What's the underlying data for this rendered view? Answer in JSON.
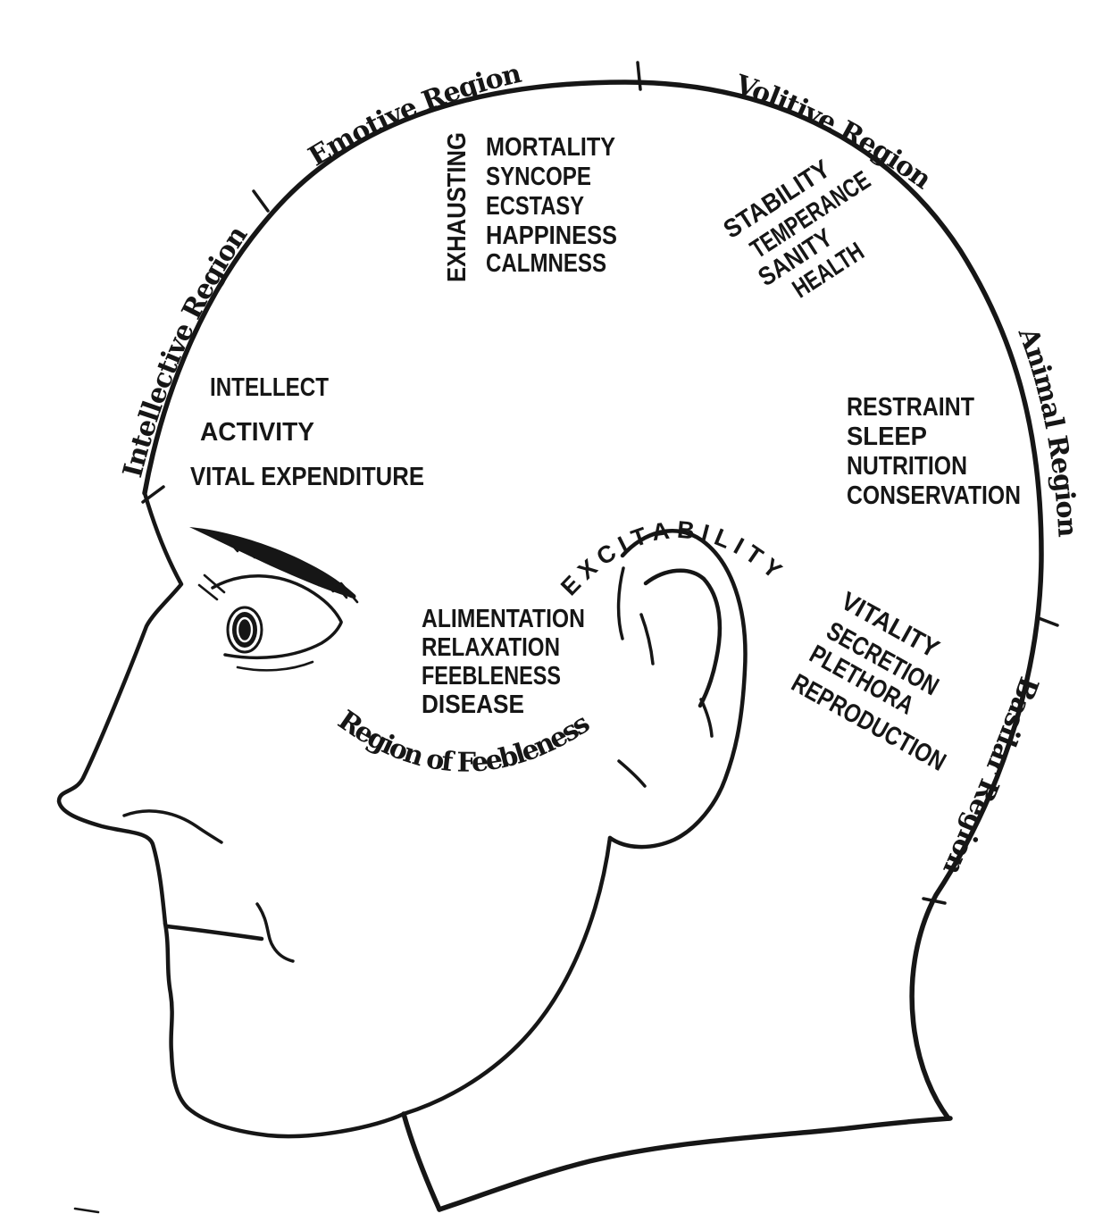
{
  "figure": {
    "ink_color": "#161616",
    "background_color": "#ffffff"
  },
  "arc_labels": {
    "emotive": "Emotive Region",
    "volitive": "Volitive Region",
    "intellective": "Intellective Region",
    "animal": "Animal Region",
    "basilar": "Basilar Region",
    "feebleness": "Region of Feebleness",
    "excitability": "EXCITABILITY",
    "exhausting": "EXHAUSTING"
  },
  "trait_lists": {
    "crown": [
      "MORTALITY",
      "SYNCOPE",
      "ECSTASY",
      "HAPPINESS",
      "CALMNESS"
    ],
    "volitive": [
      "STABILITY",
      "TEMPERANCE",
      "SANITY",
      "HEALTH"
    ],
    "intellective": [
      "INTELLECT",
      "ACTIVITY",
      "VITAL EXPENDITURE"
    ],
    "animal": [
      "RESTRAINT",
      "SLEEP",
      "NUTRITION",
      "CONSERVATION"
    ],
    "feebleness": [
      "ALIMENTATION",
      "RELAXATION",
      "FEEBLENESS",
      "DISEASE"
    ],
    "basilar": [
      "VITALITY",
      "SECRETION",
      "PLETHORA",
      "REPRODUCTION"
    ]
  }
}
